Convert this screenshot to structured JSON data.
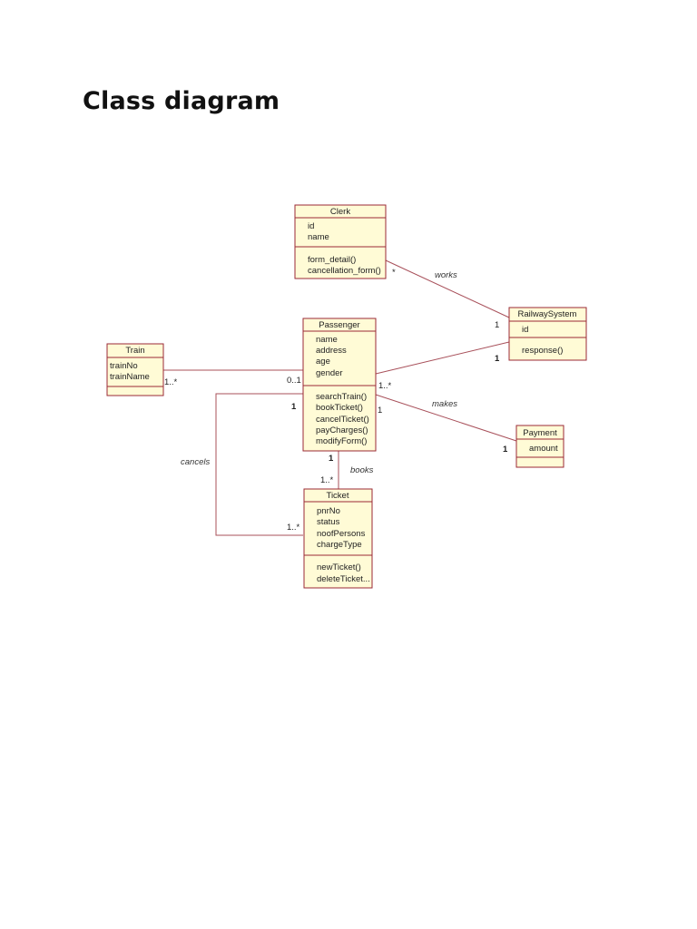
{
  "page": {
    "title": "Class diagram"
  },
  "classes": {
    "clerk": {
      "name": "Clerk",
      "attributes": [
        "id",
        "name"
      ],
      "operations": [
        "form_detail()",
        "cancellation_form()"
      ]
    },
    "passenger": {
      "name": "Passenger",
      "attributes": [
        "name",
        "address",
        "age",
        "gender"
      ],
      "operations": [
        "searchTrain()",
        "bookTicket()",
        "cancelTicket()",
        "payCharges()",
        "modifyForm()"
      ]
    },
    "train": {
      "name": "Train",
      "attributes": [
        "trainNo",
        "trainName"
      ],
      "operations": []
    },
    "railway_system": {
      "name": "RailwaySystem",
      "attributes": [
        "id"
      ],
      "operations": [
        "response()"
      ]
    },
    "payment": {
      "name": "Payment",
      "attributes": [
        "amount"
      ],
      "operations": []
    },
    "ticket": {
      "name": "Ticket",
      "attributes": [
        "pnrNo",
        "status",
        "noofPersons",
        "chargeType"
      ],
      "operations": [
        "newTicket()",
        "deleteTicket..."
      ]
    }
  },
  "associations": {
    "works": {
      "label": "works",
      "clerk_end": "*",
      "railway_end": "1"
    },
    "passenger_railway": {
      "passenger_end": "1..*",
      "railway_end": "1"
    },
    "passenger_train": {
      "train_end": "1..*",
      "passenger_end": "0..1"
    },
    "makes": {
      "label": "makes",
      "passenger_end": "1",
      "payment_end": "1"
    },
    "books": {
      "label": "books",
      "passenger_end": "1",
      "ticket_end": "1..*"
    },
    "cancels": {
      "label": "cancels",
      "passenger_end": "1",
      "ticket_end": "1..*"
    }
  }
}
